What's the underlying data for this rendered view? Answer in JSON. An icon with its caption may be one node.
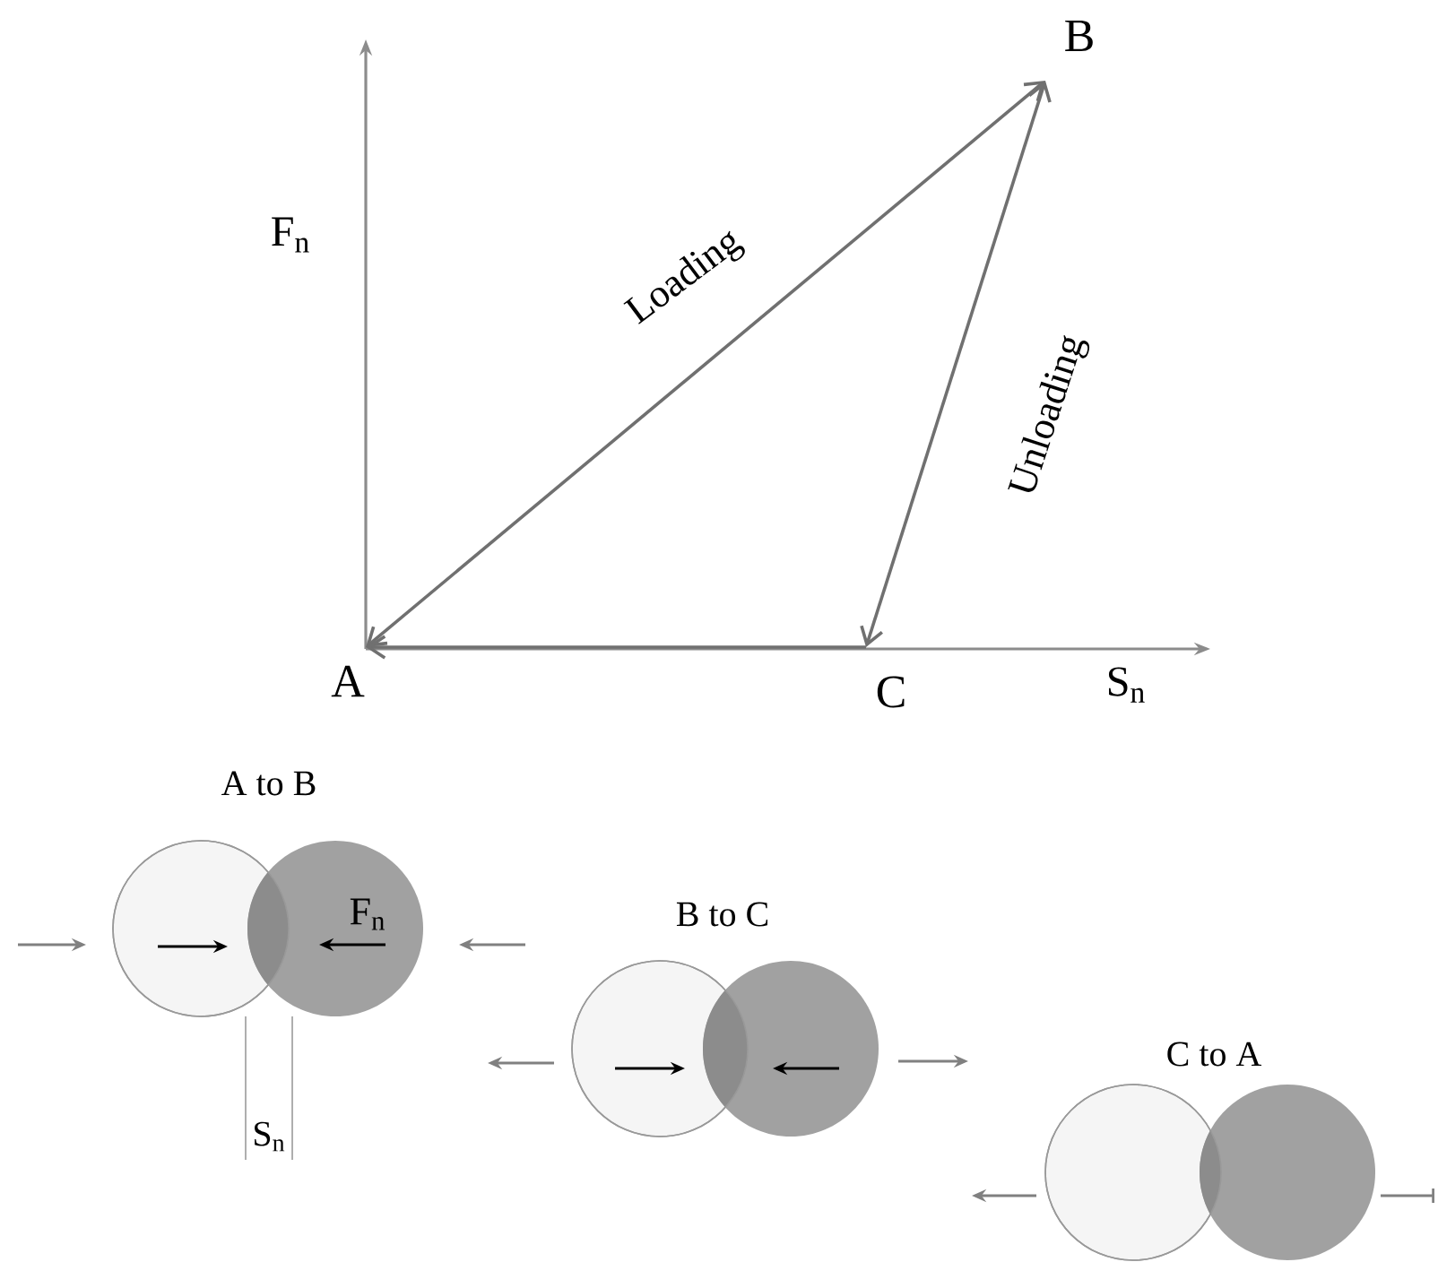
{
  "diagram": {
    "nodes": [
      {
        "text": [
          "A"
        ]
      },
      {
        "text": [
          "B"
        ]
      },
      {
        "text": [
          "C"
        ]
      }
    ],
    "edges": [
      {
        "from": 0,
        "to": 1,
        "arrow": "both",
        "label": "Loading"
      },
      {
        "from": 1,
        "to": 2,
        "arrow": "both",
        "label": "Unloading"
      },
      {
        "from": 2,
        "to": 0,
        "arrow": "to"
      }
    ],
    "labels": [
      "F$_{n}$",
      "S$_{n}$",
      "A to B",
      "F$_{n}$",
      "B to C",
      "S$_{n}$",
      "C to A"
    ]
  }
}
